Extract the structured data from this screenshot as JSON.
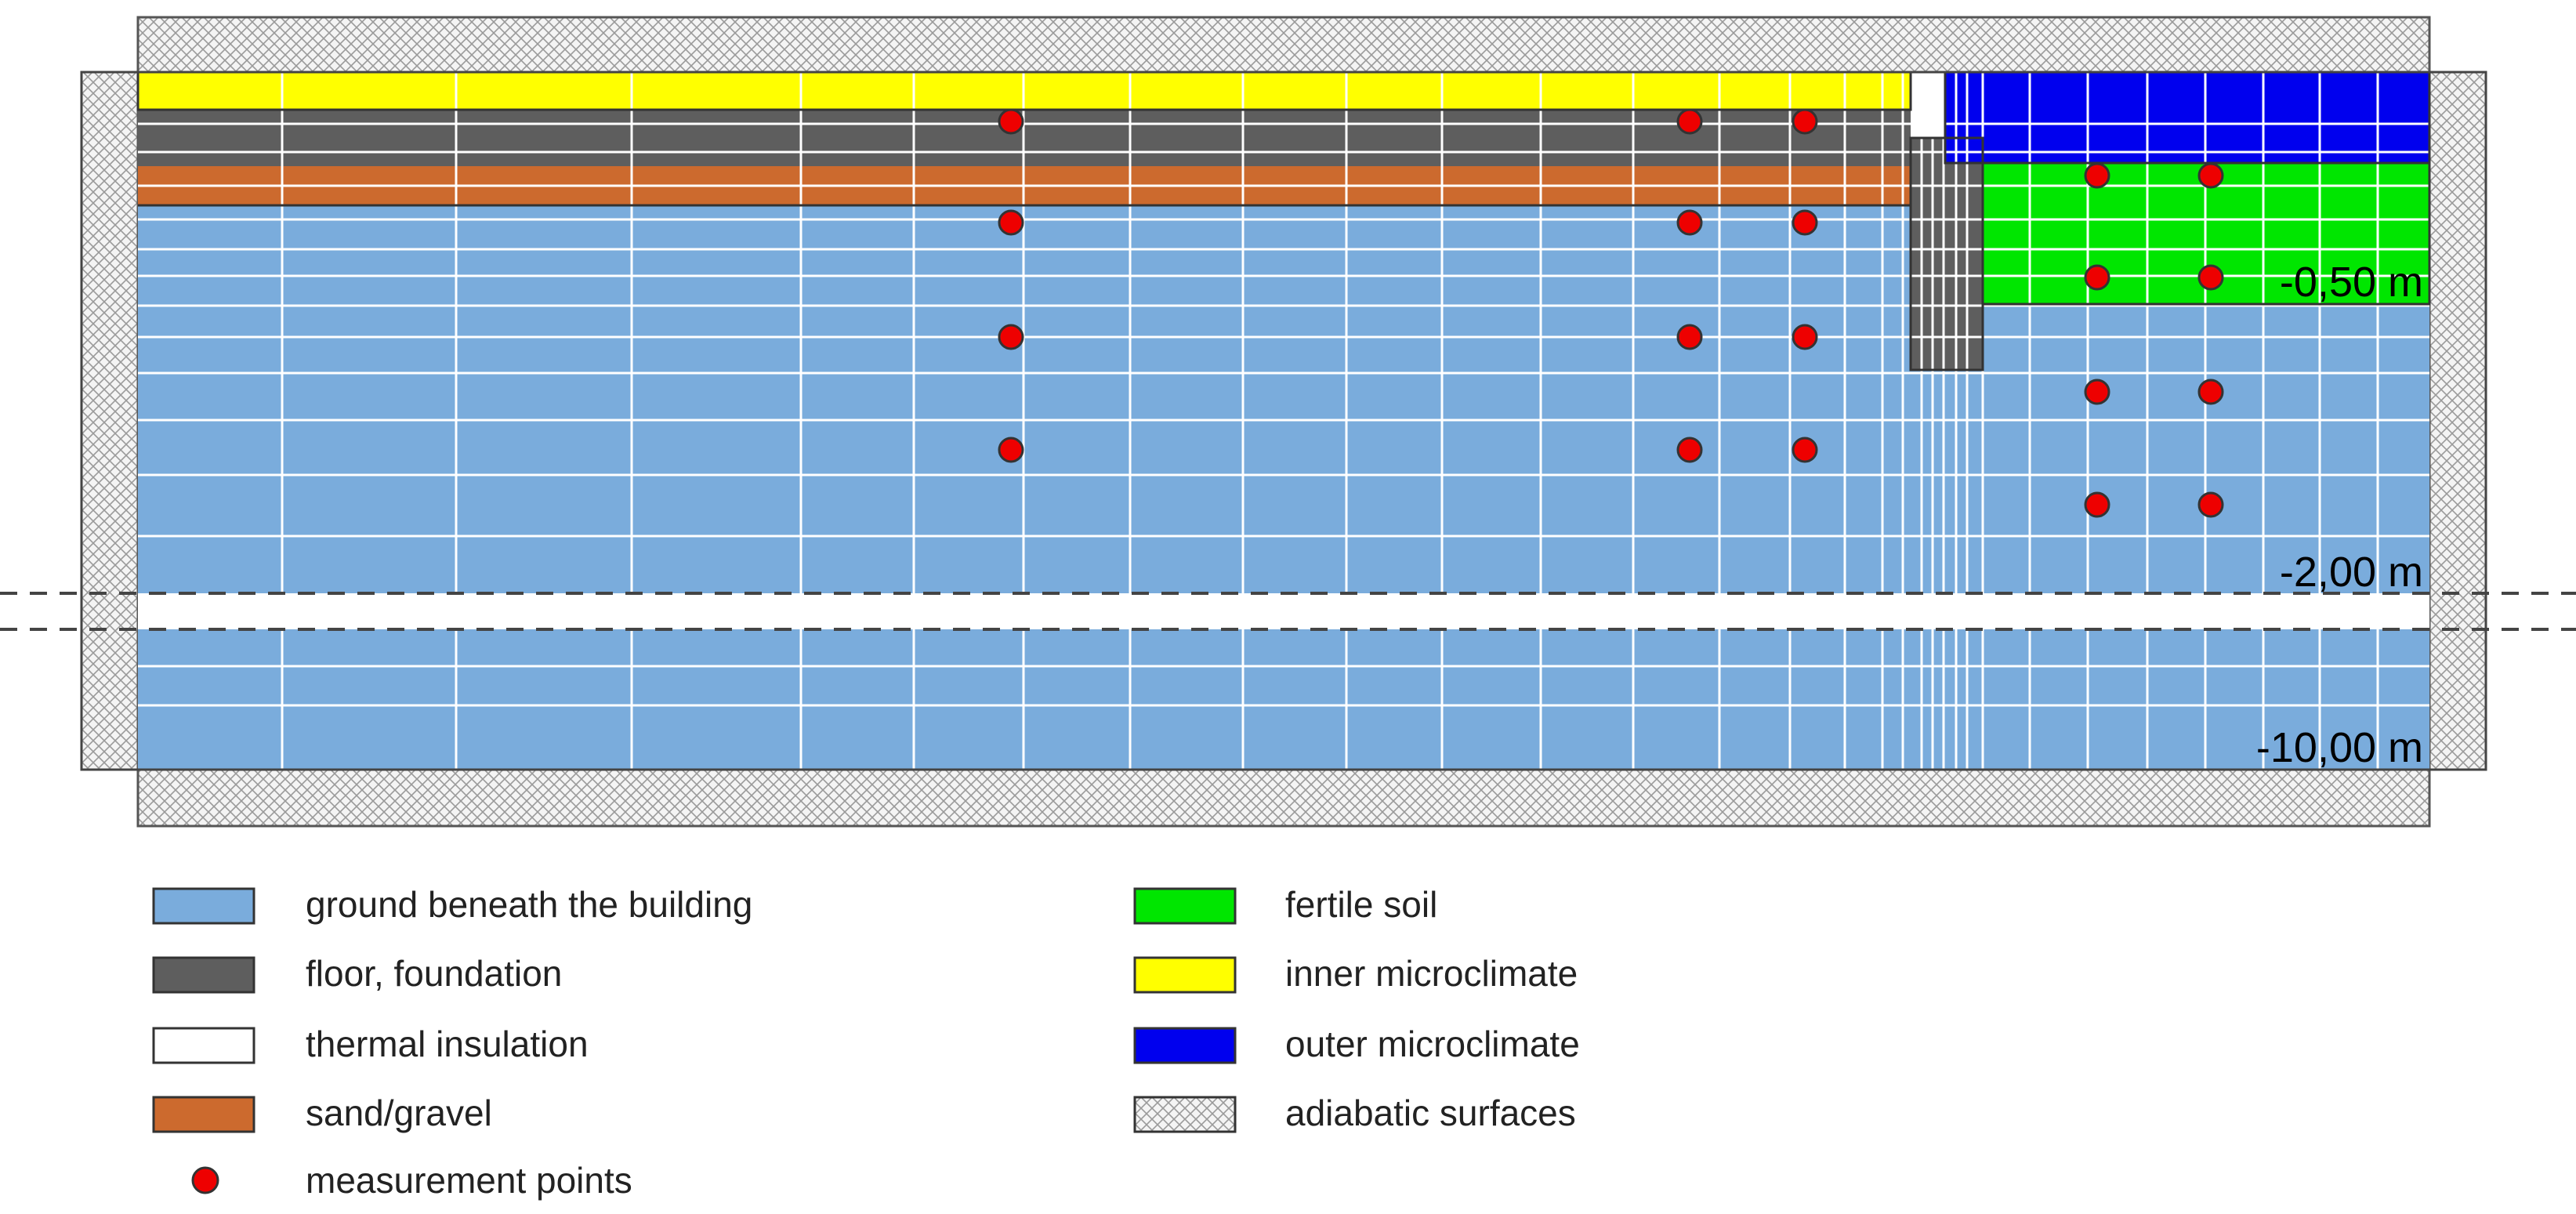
{
  "depth_labels": {
    "m050": "-0,50 m",
    "m200": "-2,00 m",
    "m1000": "-10,00 m"
  },
  "legend": {
    "ground": "ground beneath the building",
    "floor": "floor, foundation",
    "insulation": "thermal insulation",
    "sand": "sand/gravel",
    "points": "measurement points",
    "fertile": "fertile soil",
    "inner": "inner microclimate",
    "outer": "outer microclimate",
    "adiabatic": "adiabatic surfaces"
  },
  "colors": {
    "ground": "#7aacdc",
    "floor": "#5e5e5e",
    "insulation": "#ffffff",
    "sand": "#cc6a2e",
    "fertile": "#00e600",
    "inner": "#ffff00",
    "outer": "#0000ee",
    "point": "#ee0000",
    "grid": "#ffffff"
  }
}
